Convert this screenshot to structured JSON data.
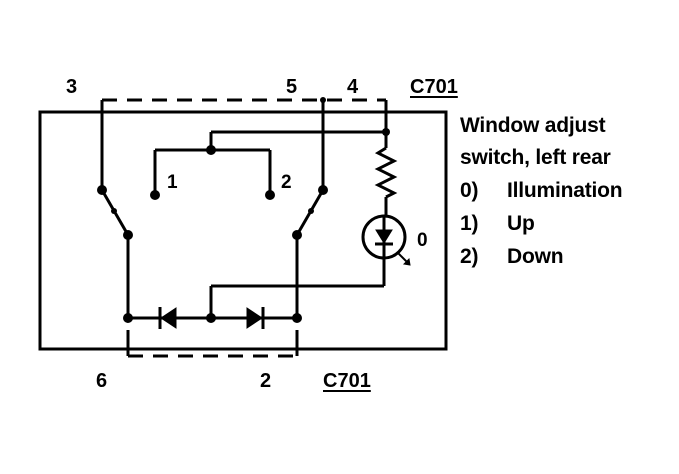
{
  "connectors": {
    "top": "C701",
    "bottom": "C701"
  },
  "pins": {
    "p3": "3",
    "p5": "5",
    "p4": "4",
    "p6": "6",
    "p2": "2"
  },
  "positions": {
    "one": "1",
    "two": "2",
    "zero": "0"
  },
  "legend": {
    "title_line1": "Window adjust",
    "title_line2": "switch, left rear",
    "items": [
      {
        "num": "0)",
        "label": "Illumination"
      },
      {
        "num": "1)",
        "label": "Up"
      },
      {
        "num": "2)",
        "label": "Down"
      }
    ]
  },
  "colors": {
    "ink": "#000000",
    "background": "#ffffff"
  }
}
